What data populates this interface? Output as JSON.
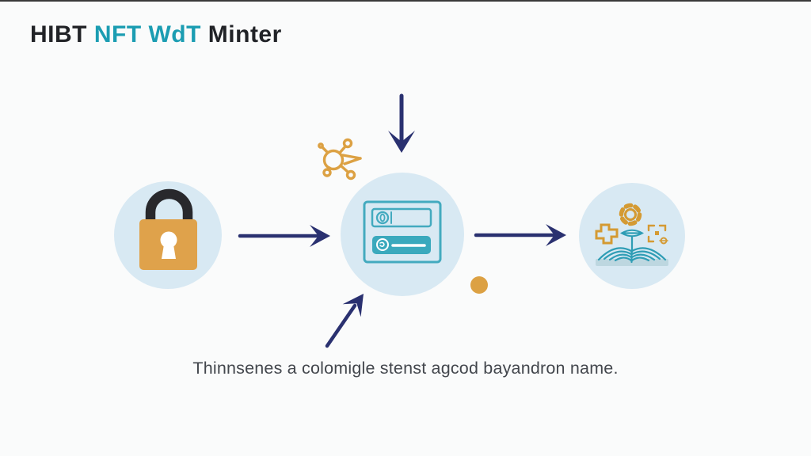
{
  "colors": {
    "background": "#fafbfb",
    "top_edge": "#161616",
    "title_dark": "#212327",
    "title_accent": "#1b9db2",
    "navy": "#2a3170",
    "orange": "#dca143",
    "gear_orange": "#d49a33",
    "node_circle": "#d8e9f3",
    "teal": "#43aabf",
    "teal_fill": "#3aa9bd",
    "book_teal": "#2f9db5",
    "book_base": "#bdd7e0",
    "lock_body": "#dfa24b",
    "lock_shackle": "#28282c",
    "caption_text": "#43474d"
  },
  "header": {
    "title_segments": [
      {
        "text": "HIBT ",
        "style": "dark"
      },
      {
        "text": "NFT WdT",
        "style": "accent"
      },
      {
        "text": " Minter",
        "style": "dark"
      }
    ]
  },
  "diagram": {
    "nodes": [
      {
        "id": "lock",
        "icon": "lock-icon",
        "description": "padlock in light blue circle"
      },
      {
        "id": "mint-form",
        "icon": "mint-form-icon",
        "description": "window with input field and filled button bar"
      },
      {
        "id": "growth-book",
        "icon": "growth-book-icon",
        "description": "open book with sprouting plant, gears and brackets"
      }
    ],
    "accents": [
      {
        "id": "network-hub",
        "icon": "network-hub-icon"
      },
      {
        "id": "orange-dot",
        "icon": "dot-icon"
      }
    ],
    "arrows": [
      {
        "id": "down-into-form",
        "direction": "down"
      },
      {
        "id": "lock-to-form",
        "direction": "right"
      },
      {
        "id": "form-to-book",
        "direction": "right"
      },
      {
        "id": "caption-to-form",
        "direction": "up-right"
      }
    ]
  },
  "caption": {
    "text": "Thinnsenes a colomigle stenst agcod bayandron name."
  }
}
